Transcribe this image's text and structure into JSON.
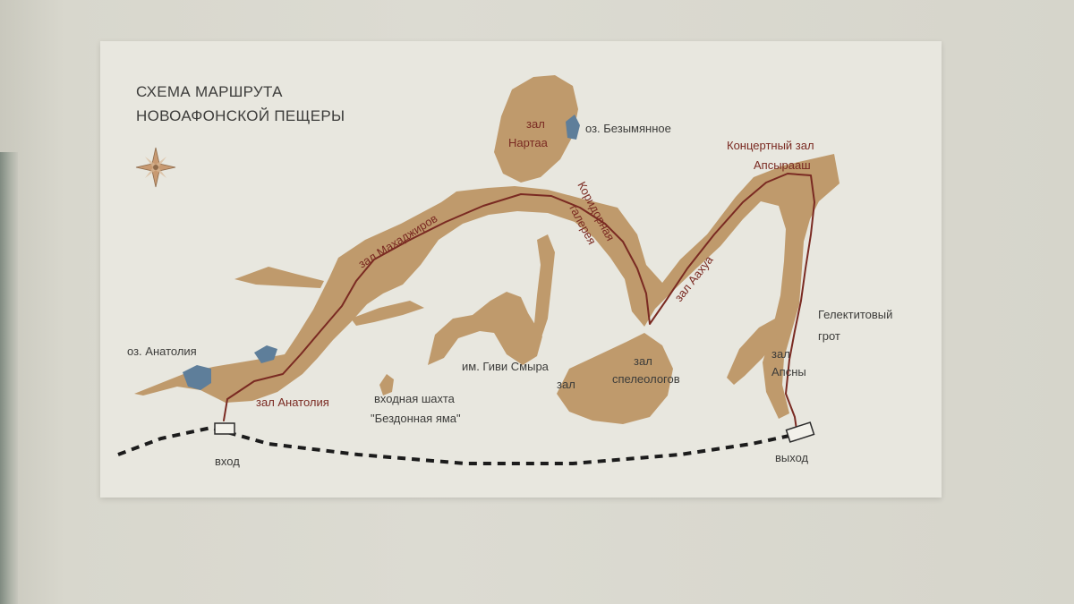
{
  "board": {
    "title_line1": "СХЕМА МАРШРУТА",
    "title_line2": "НОВОАФОНСКОЙ ПЕЩЕРЫ"
  },
  "icons": {
    "compass": "compass-rose-icon"
  },
  "labels": {
    "lake_anatolia": "оз. Анатолия",
    "hall_anatolia": "зал Анатолия",
    "hall_makhadzhir": "зал Махаджиров",
    "hall_narta_1": "зал",
    "hall_narta_2": "Нартаа",
    "lake_nameless": "оз. Безымянное",
    "corridor_1": "Коридорная",
    "corridor_2": "галерея",
    "concert_1": "Концертный зал",
    "concert_2": "Апсырааш",
    "hall_aakhua": "зал Аахуа",
    "gelectite_1": "Гелектитовый",
    "gelectite_2": "грот",
    "hall_apsny_1": "зал",
    "hall_apsny_2": "Апсны",
    "speleo_1": "зал",
    "speleo_2": "спелеологов",
    "smyr_1": "им. Гиви Смыра",
    "smyr_2": "зал",
    "shaft_1": "входная шахта",
    "shaft_2": "\"Бездонная яма\"",
    "entrance": "вход",
    "exit": "выход"
  },
  "colors": {
    "cave_fill": "#bf9a6c",
    "lake_fill": "#5e7e9a",
    "route_line": "#7a2a22",
    "surface_line": "#1c1c1c",
    "board_background": "#e8e7df"
  }
}
